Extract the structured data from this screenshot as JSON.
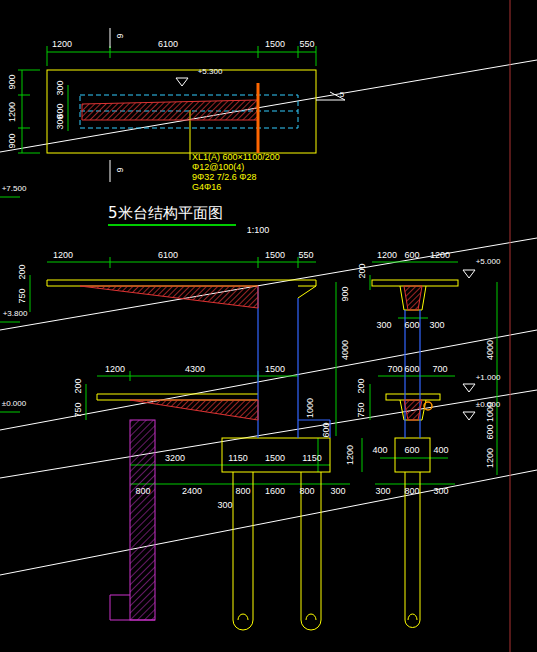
{
  "diagram": {
    "title": "5米台结构平面图",
    "labels": [
      "1200",
      "6100",
      "1500",
      "550",
      "9",
      "9",
      "900",
      "1200",
      "900",
      "300",
      "600",
      "300",
      "+5.300",
      "5",
      "XL1(A) 600×1100/200",
      "Φ12@100(4)",
      "9Φ32 7/2.6 Φ28",
      "G4Φ16",
      "+7.500",
      "1:100",
      "1200",
      "6100",
      "1500",
      "550",
      "200",
      "750",
      "+3.800",
      "900",
      "4000",
      "1200",
      "600",
      "1200",
      "+5.000",
      "200",
      "300",
      "600",
      "300",
      "4000",
      "1200",
      "4300",
      "1500",
      "200",
      "750",
      "±0.000",
      "1000",
      "600",
      "700",
      "600",
      "700",
      "+1.000",
      "200",
      "750",
      "±0.000",
      "1000",
      "600",
      "1200",
      "1200",
      "3200",
      "1150",
      "1500",
      "1150",
      "400",
      "600",
      "400",
      "800",
      "2400",
      "800",
      "1600",
      "800",
      "300",
      "300",
      "300",
      "800",
      "300"
    ]
  }
}
